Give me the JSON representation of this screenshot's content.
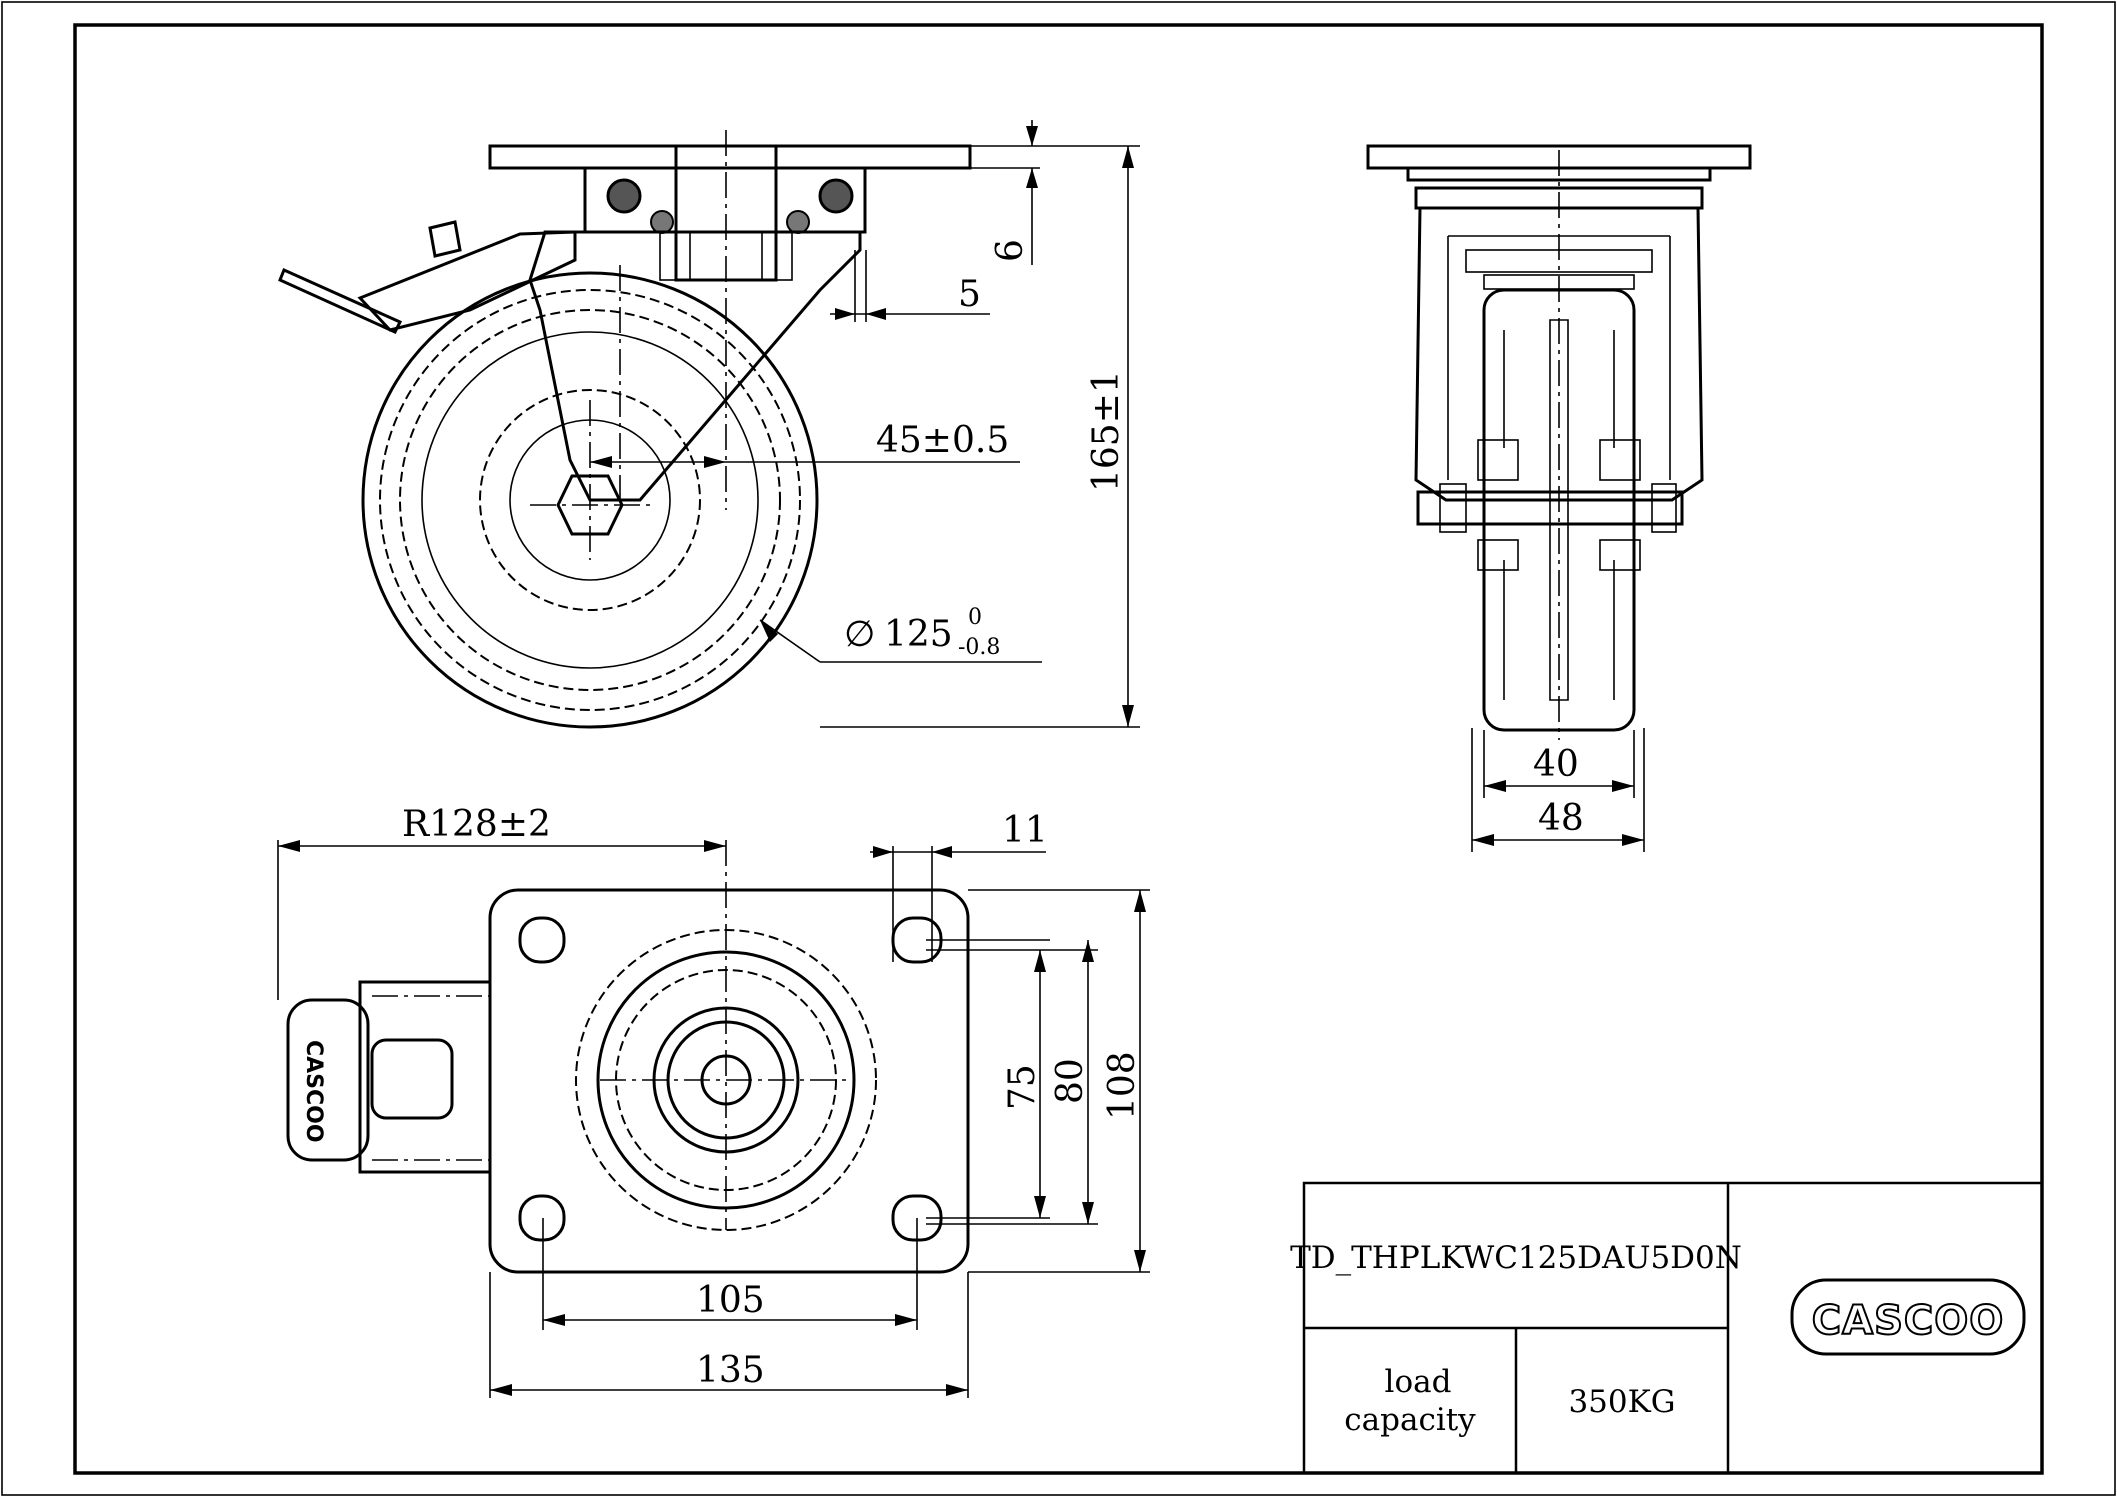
{
  "dimensions": {
    "height_165": "165±1",
    "offset_45": "45±0.5",
    "wheel_dia_symbol": "∅",
    "wheel_dia": "125",
    "wheel_dia_tol_upper": "0",
    "wheel_dia_tol_lower": "-0.8",
    "gap_6": "6",
    "gap_5": "5",
    "wheel_width_40": "40",
    "overall_width_48": "48",
    "swivel_radius": "R128±2",
    "hole_11": "11",
    "hole_spacing_75": "75",
    "hole_spacing_80": "80",
    "plate_length_108": "108",
    "hole_spacing_105": "105",
    "plate_width_135": "135"
  },
  "title_block": {
    "part_number": "TD_THPLKWC125DAU5D0N",
    "load_label_line1": "load",
    "load_label_line2": "capacity",
    "load_value": "350KG",
    "logo_text": "CASCOO"
  },
  "brake_logo_text": "CASCOO"
}
